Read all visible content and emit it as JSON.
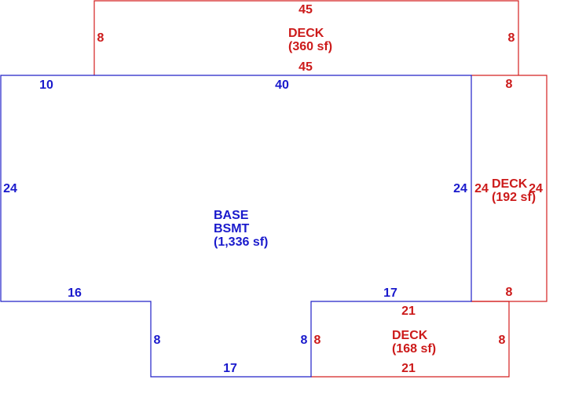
{
  "colors": {
    "base": "#1a1acc",
    "deck": "#cc1a1a"
  },
  "base": {
    "name_line1": "BASE",
    "name_line2": "BSMT",
    "area": "(1,336 sf)",
    "dims": {
      "top_left": "10",
      "top": "40",
      "left": "24",
      "right": "24",
      "bottom_left": "16",
      "bottom_right": "17",
      "notch_left": "8",
      "notch_right": "8",
      "notch_bottom": "17"
    }
  },
  "deck_top": {
    "name": "DECK",
    "area": "(360 sf)",
    "dims": {
      "top": "45",
      "bottom": "45",
      "left": "8",
      "right": "8"
    }
  },
  "deck_right": {
    "name": "DECK",
    "area": "(192 sf)",
    "dims": {
      "top": "8",
      "bottom": "8",
      "left": "24",
      "right": "24"
    }
  },
  "deck_bottom": {
    "name": "DECK",
    "area": "(168 sf)",
    "dims": {
      "top": "21",
      "bottom": "21",
      "left": "8",
      "right": "8"
    }
  }
}
